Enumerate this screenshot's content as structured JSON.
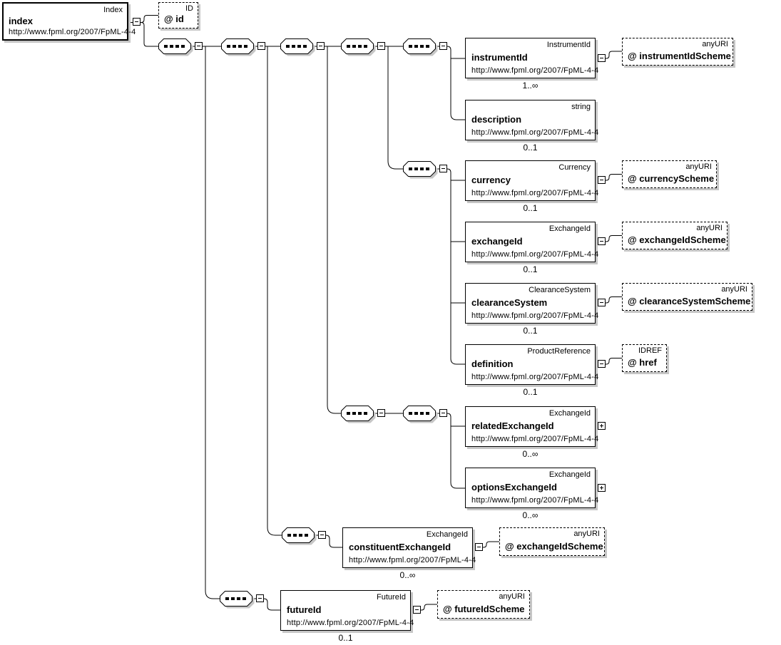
{
  "diagram": {
    "namespace": "http://www.fpml.org/2007/FpML-4-4",
    "root": {
      "type": "Index",
      "name": "index",
      "namespace": "http://www.fpml.org/2007/FpML-4-4"
    },
    "root_attribute": {
      "type": "ID",
      "name": "@ id"
    },
    "elements": [
      {
        "type": "InstrumentId",
        "name": "instrumentId",
        "namespace": "http://www.fpml.org/2007/FpML-4-4",
        "cardinality": "1..∞",
        "attribute": {
          "type": "anyURI",
          "name": "@ instrumentIdScheme"
        }
      },
      {
        "type": "string",
        "name": "description",
        "namespace": "http://www.fpml.org/2007/FpML-4-4",
        "cardinality": "0..1"
      },
      {
        "type": "Currency",
        "name": "currency",
        "namespace": "http://www.fpml.org/2007/FpML-4-4",
        "cardinality": "0..1",
        "attribute": {
          "type": "anyURI",
          "name": "@ currencyScheme"
        }
      },
      {
        "type": "ExchangeId",
        "name": "exchangeId",
        "namespace": "http://www.fpml.org/2007/FpML-4-4",
        "cardinality": "0..1",
        "attribute": {
          "type": "anyURI",
          "name": "@ exchangeIdScheme"
        }
      },
      {
        "type": "ClearanceSystem",
        "name": "clearanceSystem",
        "namespace": "http://www.fpml.org/2007/FpML-4-4",
        "cardinality": "0..1",
        "attribute": {
          "type": "anyURI",
          "name": "@ clearanceSystemScheme"
        }
      },
      {
        "type": "ProductReference",
        "name": "definition",
        "namespace": "http://www.fpml.org/2007/FpML-4-4",
        "cardinality": "0..1",
        "attribute": {
          "type": "IDREF",
          "name": "@ href"
        }
      },
      {
        "type": "ExchangeId",
        "name": "relatedExchangeId",
        "namespace": "http://www.fpml.org/2007/FpML-4-4",
        "cardinality": "0..∞",
        "expandable": true
      },
      {
        "type": "ExchangeId",
        "name": "optionsExchangeId",
        "namespace": "http://www.fpml.org/2007/FpML-4-4",
        "cardinality": "0..∞",
        "expandable": true
      },
      {
        "type": "ExchangeId",
        "name": "constituentExchangeId",
        "namespace": "http://www.fpml.org/2007/FpML-4-4",
        "cardinality": "0..∞",
        "attribute": {
          "type": "anyURI",
          "name": "@ exchangeIdScheme"
        }
      },
      {
        "type": "FutureId",
        "name": "futureId",
        "namespace": "http://www.fpml.org/2007/FpML-4-4",
        "cardinality": "0..1",
        "attribute": {
          "type": "anyURI",
          "name": "@ futureIdScheme"
        }
      }
    ],
    "icons": {
      "collapse_glyph": "−",
      "expand_glyph": "+",
      "sequence_symbol": "four-dots-octagon"
    }
  }
}
